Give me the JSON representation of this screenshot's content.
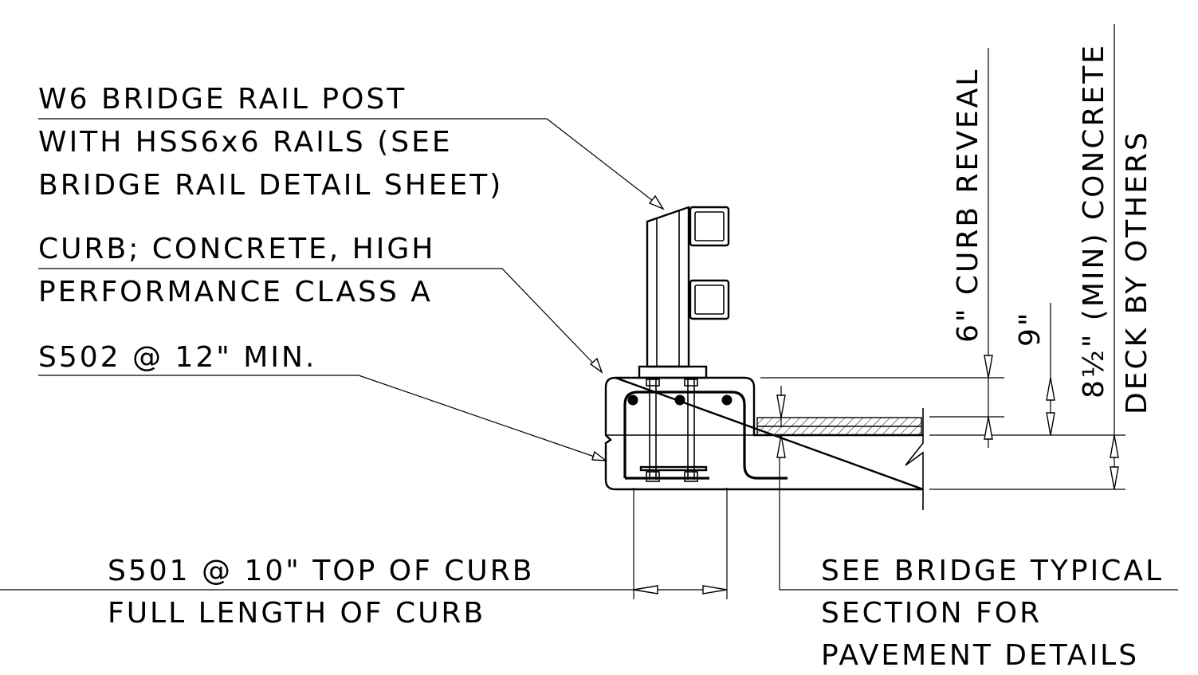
{
  "callouts": {
    "rail_post": [
      "W6 BRIDGE RAIL POST",
      "WITH HSS6x6 RAILS (SEE",
      "BRIDGE RAIL DETAIL SHEET)"
    ],
    "curb_material": [
      "CURB; CONCRETE, HIGH",
      "PERFORMANCE CLASS A"
    ],
    "stirrup_bar": "S502 @ 12\" MIN.",
    "longitudinal_bar": [
      "S501 @ 10\" TOP OF CURB",
      "FULL LENGTH OF CURB"
    ],
    "pavement_ref": [
      "SEE BRIDGE TYPICAL",
      "SECTION FOR",
      "PAVEMENT DETAILS"
    ]
  },
  "dimensions": {
    "curb_reveal": "6\" CURB REVEAL",
    "overall_height": "9\"",
    "deck_depth": "8½\" (MIN) CONCRETE",
    "deck_by_others": "DECK BY OTHERS"
  }
}
